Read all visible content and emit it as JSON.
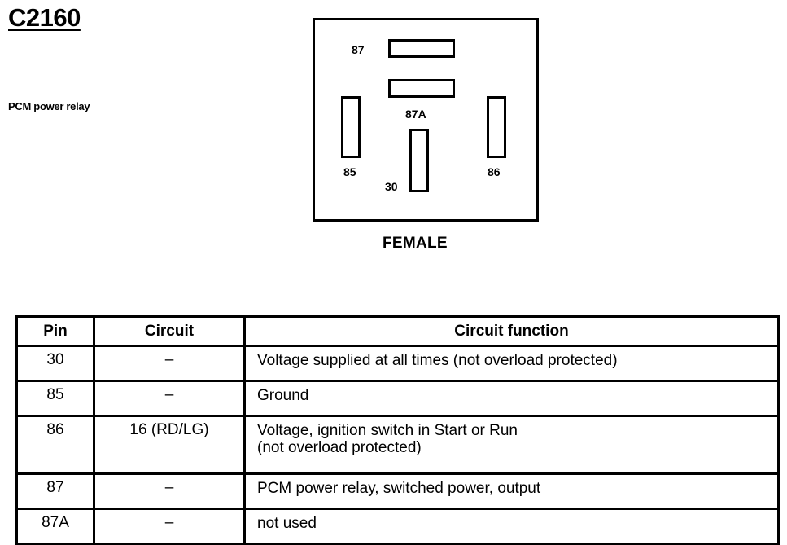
{
  "connector": {
    "id": "C2160",
    "description": "PCM power relay",
    "view": "FEMALE",
    "pin_labels": {
      "p87": "87",
      "p87a": "87A",
      "p85": "85",
      "p86": "86",
      "p30": "30"
    }
  },
  "table": {
    "headers": {
      "pin": "Pin",
      "circuit": "Circuit",
      "function": "Circuit function"
    },
    "rows": [
      {
        "pin": "30",
        "circuit": "–",
        "function": [
          "Voltage supplied at all times (not overload protected)"
        ]
      },
      {
        "pin": "85",
        "circuit": "–",
        "function": [
          "Ground"
        ]
      },
      {
        "pin": "86",
        "circuit": "16 (RD/LG)",
        "function": [
          "Voltage, ignition switch in Start or Run",
          "(not overload protected)"
        ]
      },
      {
        "pin": "87",
        "circuit": "–",
        "function": [
          "PCM power relay, switched power, output"
        ]
      },
      {
        "pin": "87A",
        "circuit": "–",
        "function": [
          "not used"
        ]
      }
    ]
  }
}
